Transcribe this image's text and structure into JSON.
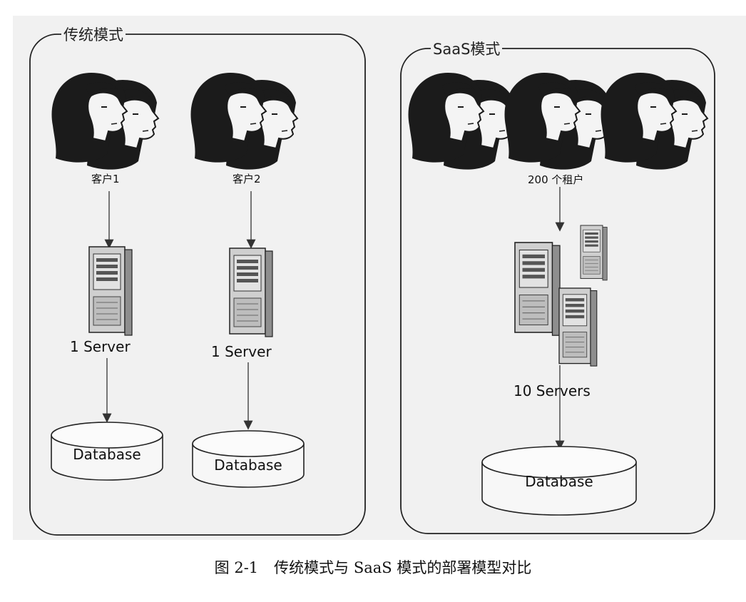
{
  "panels": {
    "traditional": {
      "title": "传统模式",
      "customers": [
        "客户1",
        "客户2"
      ],
      "servers": [
        "1 Server",
        "1 Server"
      ],
      "databases": [
        "Database",
        "Database"
      ]
    },
    "saas": {
      "title": "SaaS模式",
      "tenants": "200 个租户",
      "servers": "10 Servers",
      "database": "Database"
    }
  },
  "caption": {
    "number": "图 2-1",
    "text": "传统模式与 SaaS 模式的部署模型对比"
  },
  "colors": {
    "background": "#f1f1f1",
    "hair": "#1a1a1a",
    "face": "#f4f4f4",
    "server": "#cfcfcf",
    "border": "#222222"
  }
}
